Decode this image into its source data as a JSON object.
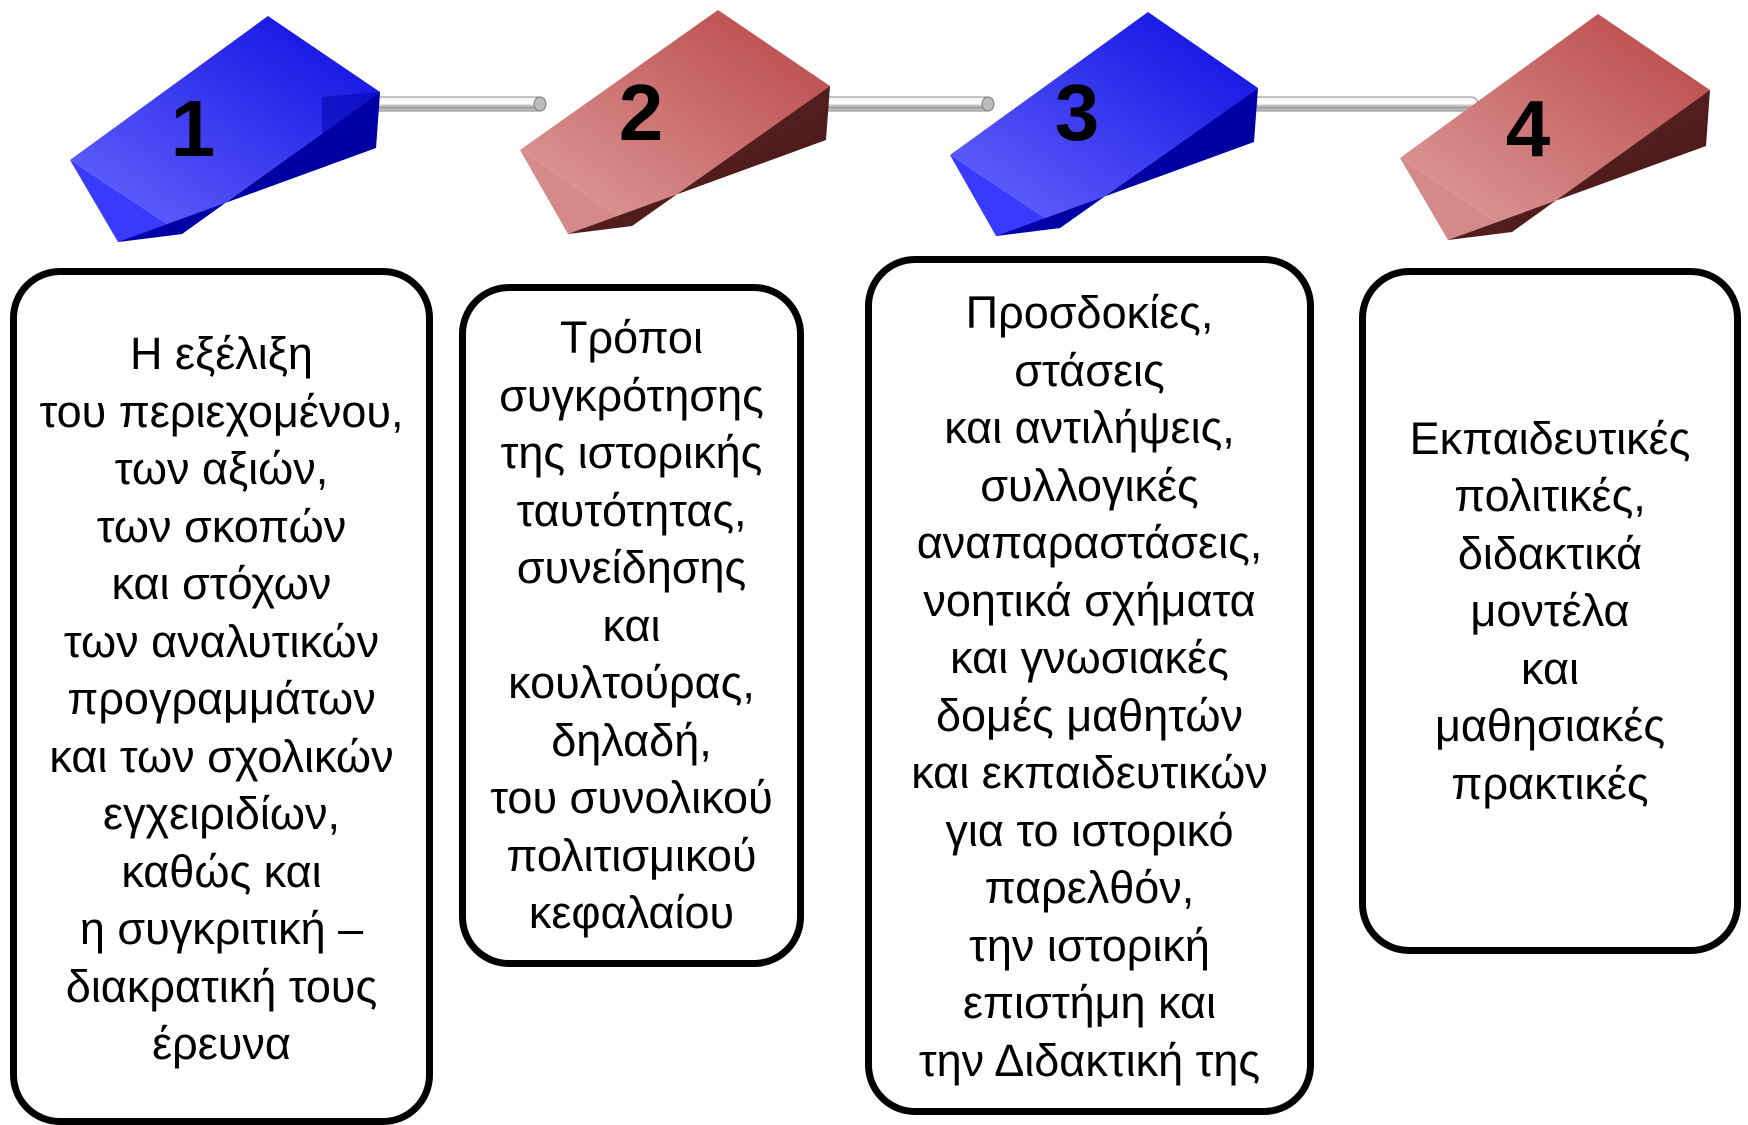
{
  "steps": [
    {
      "number": "1",
      "color": "blue",
      "text": "Η εξέλιξη\nτου περιεχομένου,\nτων αξιών,\nτων σκοπών\nκαι στόχων\nτων αναλυτικών\nπρογραμμάτων\nκαι των σχολικών\nεγχειριδίων,\nκαθώς και\nη συγκριτική –\nδιακρατική τους\nέρευνα"
    },
    {
      "number": "2",
      "color": "red",
      "text": "Τρόποι\nσυγκρότησης\nτης ιστορικής\nταυτότητας,\nσυνείδησης\nκαι\nκουλτούρας,\nδηλαδή,\nτου συνολικού\nπολιτισμικού\nκεφαλαίου"
    },
    {
      "number": "3",
      "color": "blue",
      "text": "Προσδοκίες,\nστάσεις\nκαι αντιλήψεις,\nσυλλογικές\nαναπαραστάσεις,\nνοητικά σχήματα\nκαι γνωσιακές\nδομές μαθητών\nκαι εκπαιδευτικών\nγια το ιστορικό\nπαρελθόν,\nτην ιστορική\nεπιστήμη και\nτην Διδακτική της"
    },
    {
      "number": "4",
      "color": "red",
      "text": "Εκπαιδευτικές\nπολιτικές,\nδιδακτικά\nμοντέλα\nκαι\nμαθησιακές\nπρακτικές"
    }
  ],
  "colors": {
    "blue_light": "#5a5aff",
    "blue_mid": "#1a1af0",
    "blue_dark": "#0000b8",
    "red_light": "#dc9090",
    "red_mid": "#c05454",
    "red_dark": "#5a2020",
    "connector": "#c8c8c8",
    "box_border": "#000000"
  }
}
